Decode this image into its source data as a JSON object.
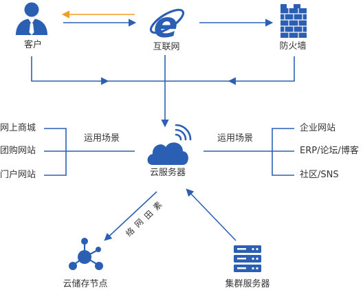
{
  "colors": {
    "blue": "#2b5fb3",
    "orange": "#f0a020",
    "text": "#333333"
  },
  "nodes": {
    "client": {
      "label": "客户",
      "icon": "user-icon"
    },
    "internet": {
      "label": "互联网",
      "icon": "internet-explorer-icon"
    },
    "firewall": {
      "label": "防火墙",
      "icon": "firewall-icon"
    },
    "cloud_server": {
      "label": "云服务器",
      "icon": "cloud-wifi-icon"
    },
    "storage_node": {
      "label": "云储存节点",
      "icon": "network-nodes-icon"
    },
    "cluster_server": {
      "label": "集群服务器",
      "icon": "server-rack-icon"
    }
  },
  "left_scenarios": {
    "title": "运用场景",
    "items": [
      "网上商城",
      "团购网站",
      "门户网站"
    ]
  },
  "right_scenarios": {
    "title": "运用场景",
    "items": [
      "企业网站",
      "ERP/论坛/博客",
      "社区/SNS"
    ]
  },
  "diagonal_label": [
    "素",
    "网",
    "田",
    "络"
  ]
}
